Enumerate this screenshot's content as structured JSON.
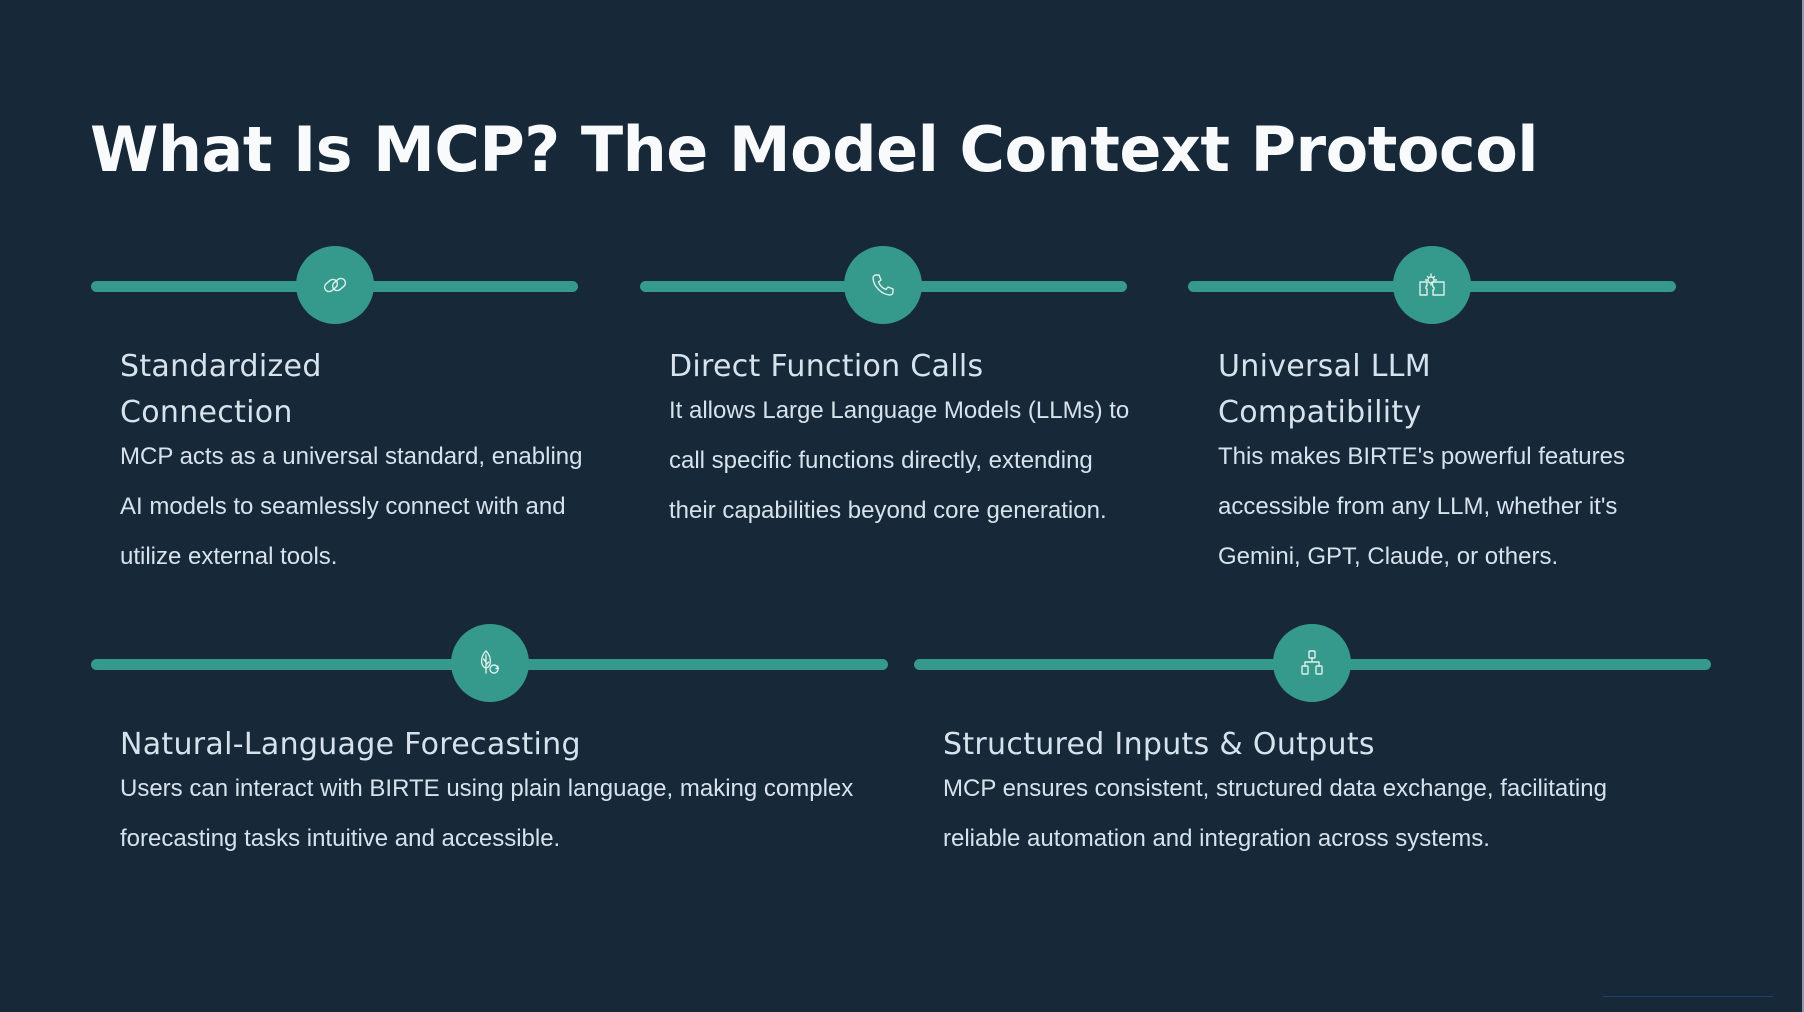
{
  "page": {
    "title": "What Is MCP? The Model Context Protocol"
  },
  "colors": {
    "background": "#172839",
    "accent": "#35998B",
    "title": "#F8FAFC",
    "text": "#D6E2EC",
    "icon_stroke": "#DDF1EC"
  },
  "features": [
    {
      "icon": "link-icon",
      "heading": "Standardized Connection",
      "body": "MCP acts as a universal standard, enabling AI models to seamlessly connect with and utilize external tools."
    },
    {
      "icon": "phone-icon",
      "heading": "Direct Function Calls",
      "body": "It allows Large Language Models (LLMs) to call specific functions directly, extending their capabilities beyond core generation."
    },
    {
      "icon": "puzzle-gear-icon",
      "heading": "Universal LLM Compatibility",
      "body": "This makes BIRTE's powerful features accessible from any LLM, whether it's Gemini, GPT, Claude, or others."
    },
    {
      "icon": "leaf-cycle-icon",
      "heading": "Natural-Language Forecasting",
      "body": "Users can interact with BIRTE using plain language, making complex forecasting tasks intuitive and accessible."
    },
    {
      "icon": "hierarchy-icon",
      "heading": "Structured Inputs & Outputs",
      "body": "MCP ensures consistent, structured data exchange, facilitating reliable automation and integration across systems."
    }
  ]
}
